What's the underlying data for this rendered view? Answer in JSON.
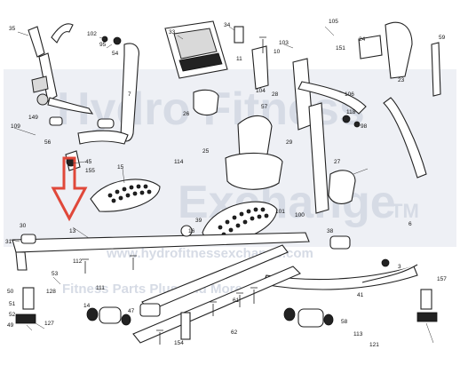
{
  "watermark": {
    "line1": "Hydro Fitness",
    "line2": "Exchange",
    "tm": "TM",
    "website": "www.hydrofitnessexchange.com",
    "tagline": "Fitness  Parts Plus And More"
  },
  "arrow": {
    "color": "#e0483a"
  },
  "callouts": [
    {
      "text": "35"
    },
    {
      "text": "102"
    },
    {
      "text": "95"
    },
    {
      "text": "54"
    },
    {
      "text": "33"
    },
    {
      "text": "34"
    },
    {
      "text": "105"
    },
    {
      "text": "59"
    },
    {
      "text": "24"
    },
    {
      "text": "25"
    },
    {
      "text": "151"
    },
    {
      "text": "103"
    },
    {
      "text": "10"
    },
    {
      "text": "11"
    },
    {
      "text": "109"
    },
    {
      "text": "56"
    },
    {
      "text": "149"
    },
    {
      "text": "7"
    },
    {
      "text": "26"
    },
    {
      "text": "28"
    },
    {
      "text": "23"
    },
    {
      "text": "106"
    },
    {
      "text": "104"
    },
    {
      "text": "57"
    },
    {
      "text": "98"
    },
    {
      "text": "118"
    },
    {
      "text": "29"
    },
    {
      "text": "27"
    },
    {
      "text": "45"
    },
    {
      "text": "155"
    },
    {
      "text": "15"
    },
    {
      "text": "114"
    },
    {
      "text": "13"
    },
    {
      "text": "101"
    },
    {
      "text": "30"
    },
    {
      "text": "31"
    },
    {
      "text": "112"
    },
    {
      "text": "111"
    },
    {
      "text": "53"
    },
    {
      "text": "128"
    },
    {
      "text": "52"
    },
    {
      "text": "51"
    },
    {
      "text": "49"
    },
    {
      "text": "127"
    },
    {
      "text": "50"
    },
    {
      "text": "47"
    },
    {
      "text": "58"
    },
    {
      "text": "121"
    },
    {
      "text": "113"
    },
    {
      "text": "62"
    },
    {
      "text": "61"
    },
    {
      "text": "16"
    },
    {
      "text": "39"
    },
    {
      "text": "38"
    },
    {
      "text": "14"
    },
    {
      "text": "154"
    },
    {
      "text": "3"
    },
    {
      "text": "6"
    },
    {
      "text": "100"
    },
    {
      "text": "41"
    },
    {
      "text": "157"
    }
  ]
}
